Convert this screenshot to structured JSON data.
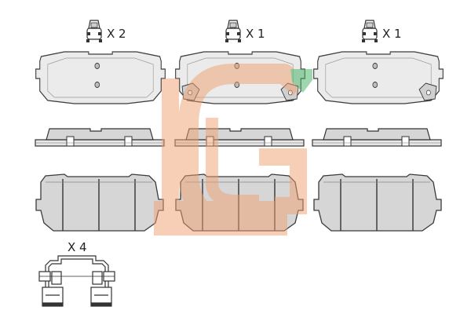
{
  "diagram": {
    "quantities": {
      "pad_set_left": "X 2",
      "pad_set_middle": "X 1",
      "pad_set_right": "X 1",
      "clip_set": "X 4"
    },
    "watermark": {
      "brand_mark": "G logo",
      "colors": [
        "#f0a070",
        "#3fae60"
      ]
    },
    "colors": {
      "pad_fill": "#d6d6d6",
      "outline": "#3a3a3a",
      "backplate": "#ebebeb"
    }
  }
}
